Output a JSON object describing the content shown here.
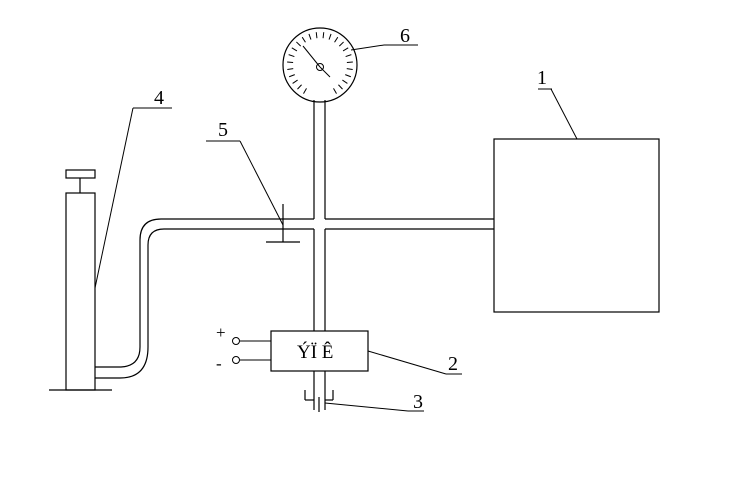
{
  "labels": {
    "one": "1",
    "two": "2",
    "three": "3",
    "four": "4",
    "five": "5",
    "six": "6"
  },
  "sensor_box_text": "ÝÏ Ê",
  "terminals": {
    "plus": "+",
    "minus": "-"
  },
  "colors": {
    "line": "#000000",
    "background": "#ffffff"
  },
  "gauge": {
    "tick_count": 24,
    "icon": "pressure-gauge-icon"
  }
}
